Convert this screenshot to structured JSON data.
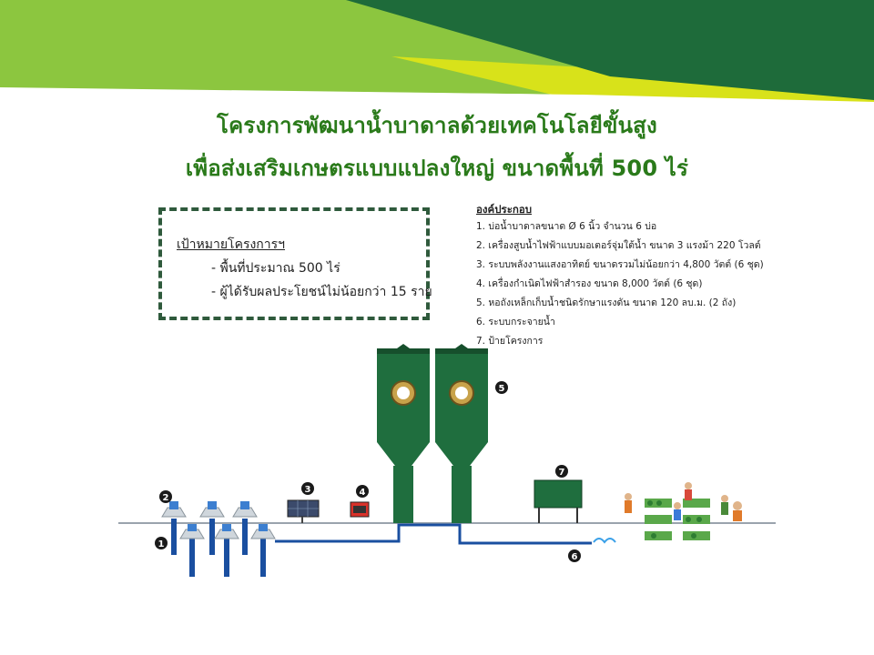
{
  "title": {
    "line1": "โครงการพัฒนาน้ำบาดาลด้วยเทคโนโลยีขั้นสูง",
    "line2": "เพื่อส่งเสริมเกษตรแบบแปลงใหญ่ ขนาดพื้นที่ 500 ไร่"
  },
  "goals": {
    "heading": "เป้าหมายโครงการฯ",
    "items": [
      "- พื้นที่ประมาณ 500 ไร่",
      "- ผู้ได้รับผลประโยชน์ไม่น้อยกว่า 15 ราย"
    ]
  },
  "components": {
    "heading": "องค์ประกอบ",
    "items": [
      "1. บ่อน้ำบาดาลขนาด Ø 6 นิ้ว จำนวน 6 บ่อ",
      "2. เครื่องสูบน้ำไฟฟ้าแบบมอเตอร์จุ่มใต้น้ำ ขนาด 3 แรงม้า 220 โวลต์",
      "3. ระบบพลังงานแสงอาทิตย์ ขนาดรวมไม่น้อยกว่า 4,800 วัตต์ (6 ชุด)",
      "4. เครื่องกำเนิดไฟฟ้าสำรอง ขนาด 8,000 วัตต์ (6 ชุด)",
      "5. หอถังเหล็กเก็บน้ำชนิดรักษาแรงดัน ขนาด 120 ลบ.ม. (2 ถัง)",
      "6. ระบบกระจายน้ำ",
      "7. ป้ายโครงการ"
    ]
  },
  "markers": [
    "1",
    "2",
    "3",
    "4",
    "5",
    "6",
    "7"
  ],
  "colors": {
    "title": "#2a7a1a",
    "dark_green": "#1e6b3a",
    "light_green": "#8cc63f",
    "yellow": "#d8e21a",
    "tower": "#1f6e3e",
    "pipe": "#1a4fa0",
    "badge": "#1a1a1a"
  }
}
